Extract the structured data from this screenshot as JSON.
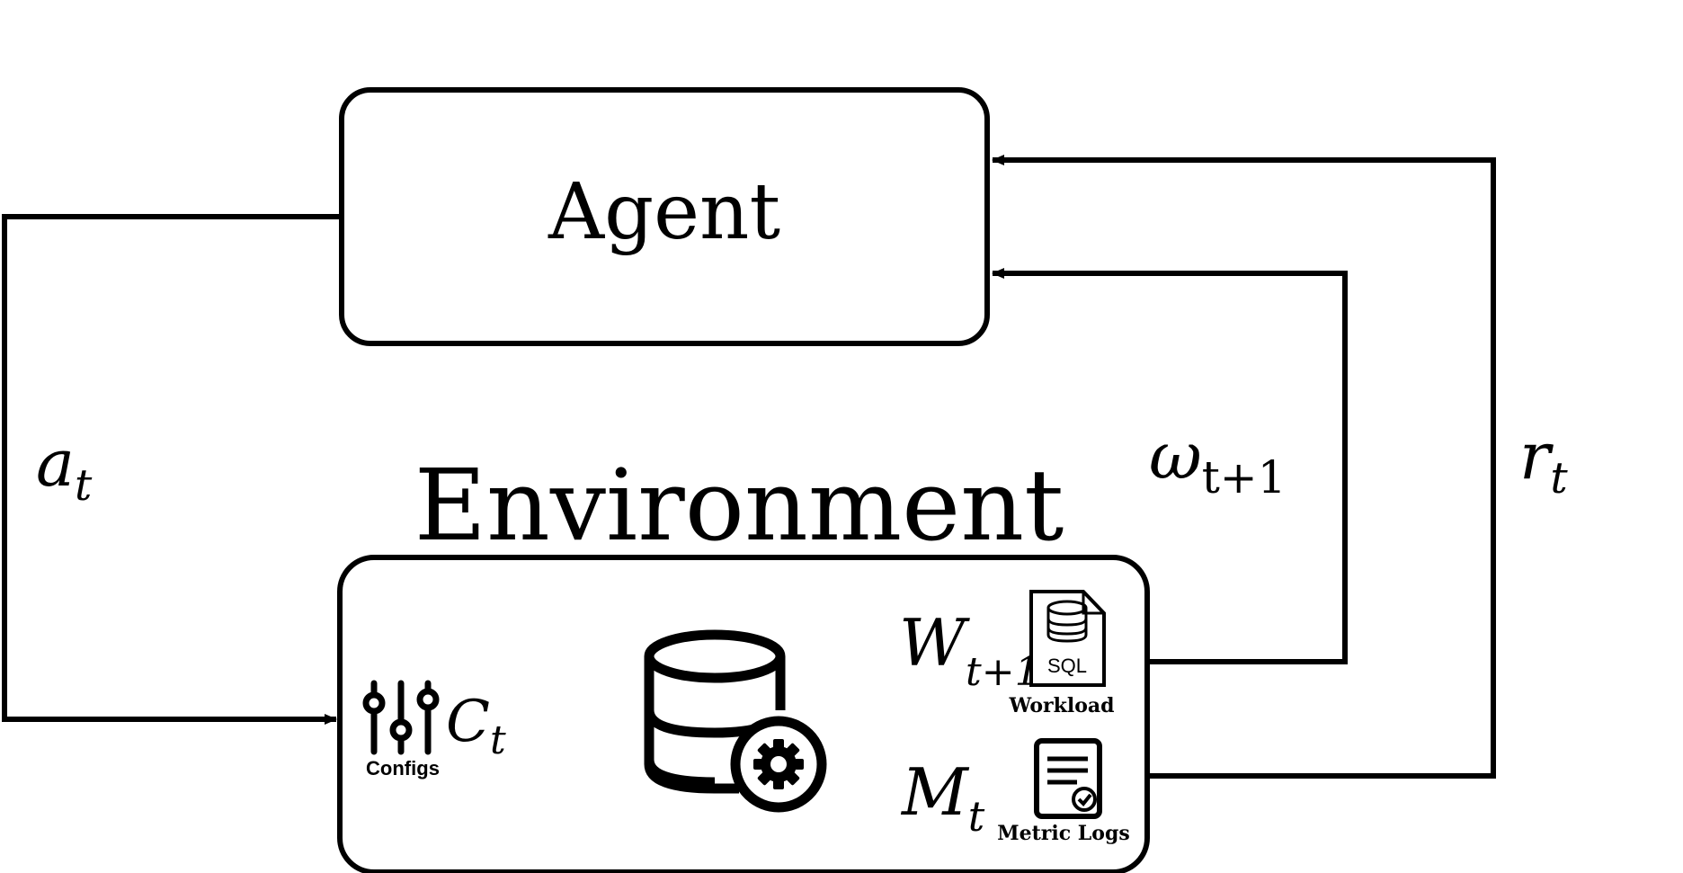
{
  "agent": {
    "label": "Agent"
  },
  "environment": {
    "title": "Environment",
    "configs": {
      "symbol": "C",
      "subscript": "t",
      "icon": "sliders-icon",
      "caption": "Configs"
    },
    "database": {
      "icon": "database-gear-icon"
    },
    "workload": {
      "symbol": "W",
      "subscript": "t+1",
      "icon": "sql-file-icon",
      "icon_text": "SQL",
      "caption": "Workload"
    },
    "metrics": {
      "symbol": "M",
      "subscript": "t",
      "icon": "report-icon",
      "caption": "Metric Logs"
    }
  },
  "arrows": {
    "action": {
      "symbol": "a",
      "subscript": "t"
    },
    "observation": {
      "symbol": "ω",
      "subscript": "t+1"
    },
    "reward": {
      "symbol": "r",
      "subscript": "t"
    }
  },
  "colors": {
    "stroke": "#000000",
    "background": "#ffffff"
  }
}
